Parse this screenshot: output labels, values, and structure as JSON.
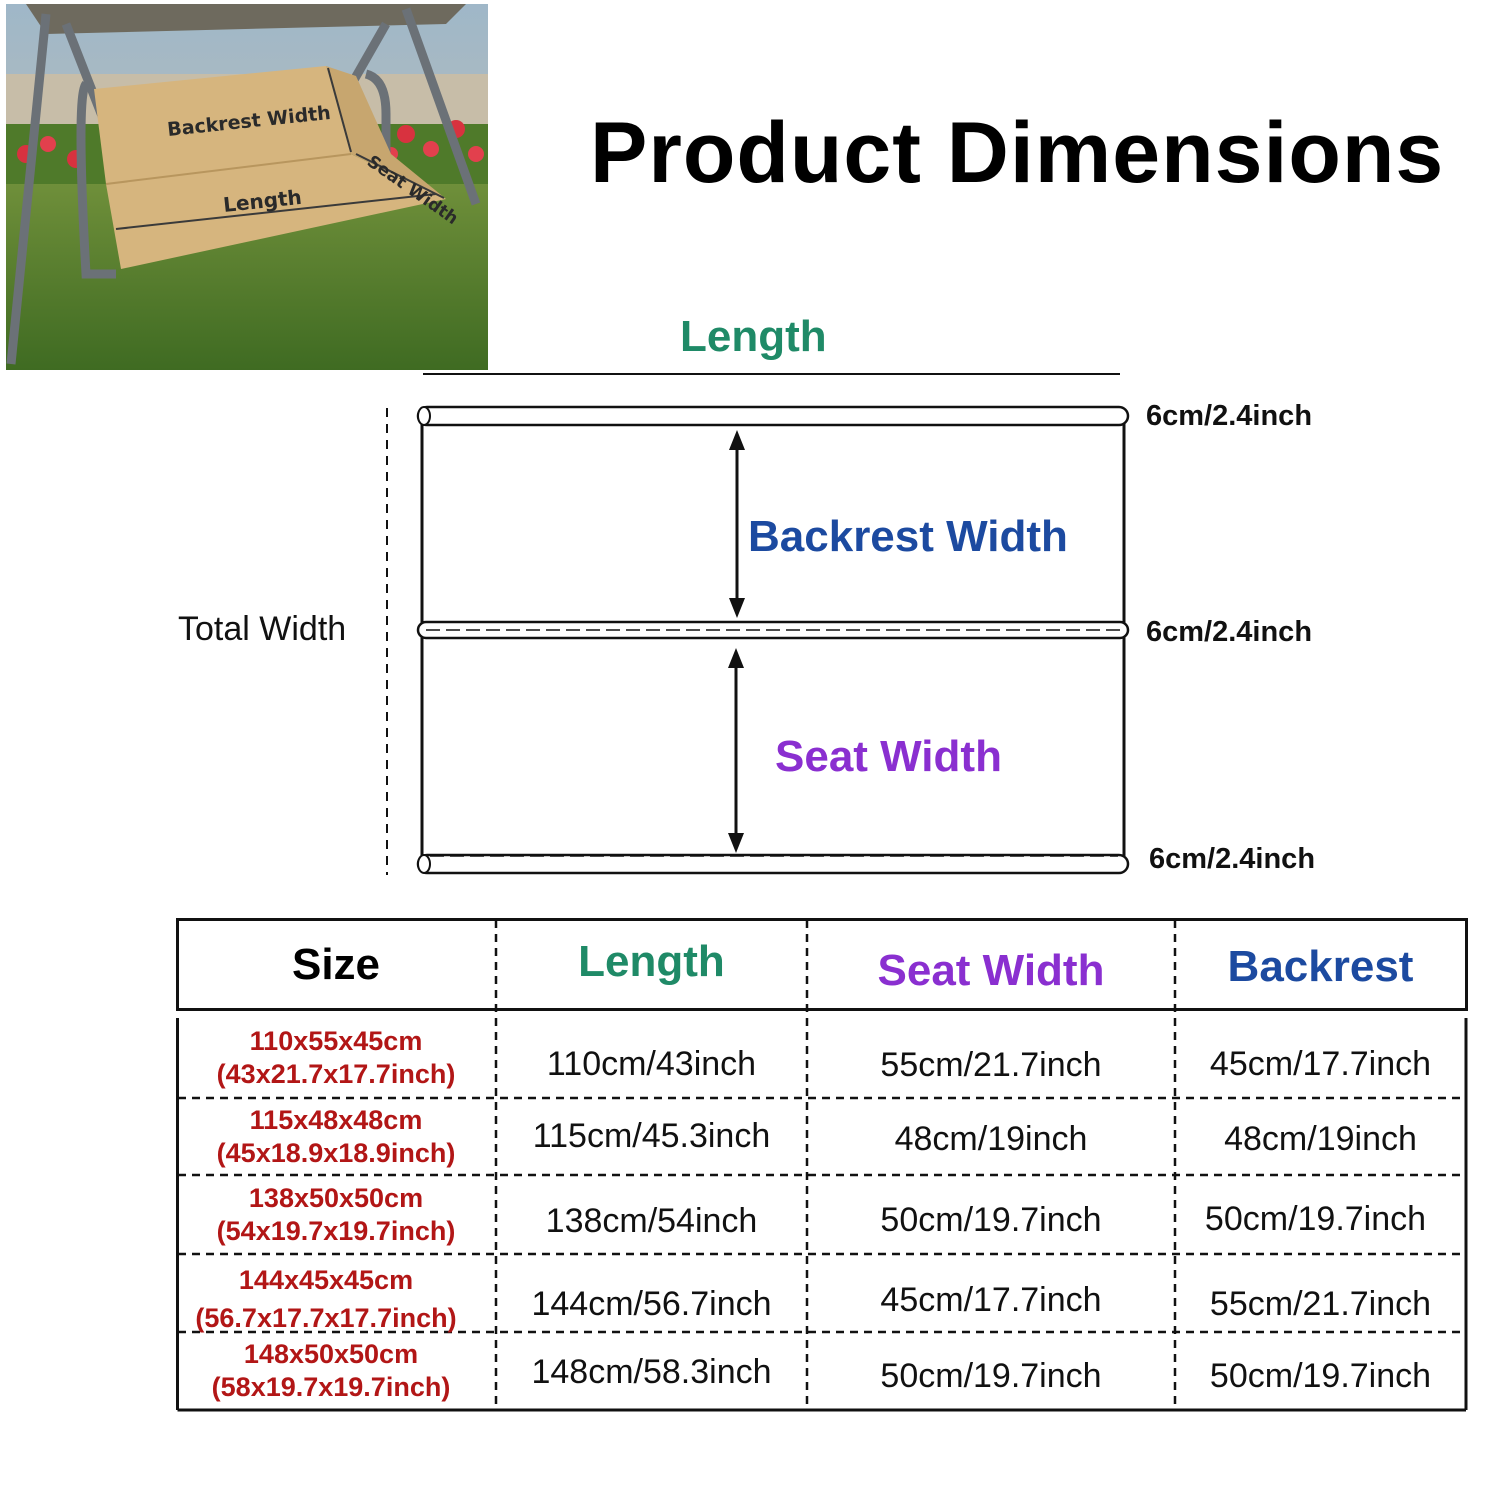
{
  "photo": {
    "labels": {
      "backrest_width": "Backrest Width",
      "length": "Length",
      "seat_width": "Seat Width"
    }
  },
  "title": "Product Dimensions",
  "diagram": {
    "length_label": "Length",
    "backrest_width_label": "Backrest Width",
    "seat_width_label": "Seat Width",
    "total_width_label": "Total Width",
    "tube_labels": [
      "6cm/2.4inch",
      "6cm/2.4inch",
      "6cm/2.4inch"
    ]
  },
  "table": {
    "headers": [
      "Size",
      "Length",
      "Seat Width",
      "Backrest"
    ],
    "rows": [
      {
        "size": [
          "110x55x45cm",
          "(43x21.7x17.7inch)"
        ],
        "length": "110cm/43inch",
        "seat": "55cm/21.7inch",
        "backrest": "45cm/17.7inch"
      },
      {
        "size": [
          "115x48x48cm",
          "(45x18.9x18.9inch)"
        ],
        "length": "115cm/45.3inch",
        "seat": "48cm/19inch",
        "backrest": "48cm/19inch"
      },
      {
        "size": [
          "138x50x50cm",
          "(54x19.7x19.7inch)"
        ],
        "length": "138cm/54inch",
        "seat": "50cm/19.7inch",
        "backrest": "50cm/19.7inch"
      },
      {
        "size": [
          "144x45x45cm",
          "(56.7x17.7x17.7inch)"
        ],
        "length": "144cm/56.7inch",
        "seat": "45cm/17.7inch",
        "backrest": "55cm/21.7inch"
      },
      {
        "size": [
          "148x50x50cm",
          "(58x19.7x19.7inch)"
        ],
        "length": "148cm/58.3inch",
        "seat": "50cm/19.7inch",
        "backrest": "50cm/19.7inch"
      }
    ]
  },
  "colors": {
    "length": "#1f8a67",
    "seat_width": "#8a2fd0",
    "backrest": "#1c4aa0",
    "size": "#b21616"
  }
}
